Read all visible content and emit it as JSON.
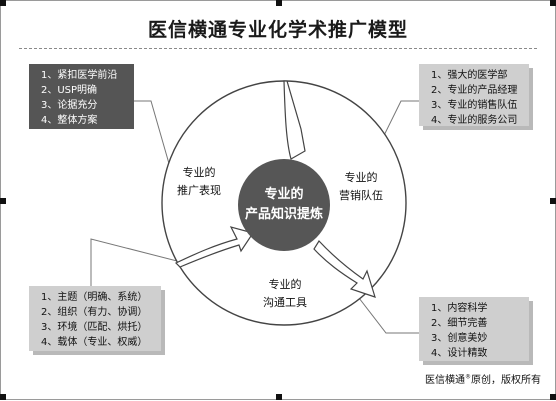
{
  "title": "医信横通专业化学术推广模型",
  "center": {
    "line1": "专业的",
    "line2": "产品知识提炼"
  },
  "segments": {
    "left": {
      "line1": "专业的",
      "line2": "推广表现"
    },
    "right": {
      "line1": "专业的",
      "line2": "营销队伍"
    },
    "bottom": {
      "line1": "专业的",
      "line2": "沟通工具"
    }
  },
  "boxes": {
    "top_left": [
      "1、紧扣医学前沿",
      "2、USP明确",
      "3、论据充分",
      "4、整体方案"
    ],
    "top_right": [
      "1、强大的医学部",
      "2、专业的产品经理",
      "3、专业的销售队伍",
      "4、专业的服务公司"
    ],
    "bottom_left": [
      "1、主题（明确、系统）",
      "2、组织（有力、协调）",
      "3、环境（匹配、烘托）",
      "4、载体（专业、权威）"
    ],
    "bottom_right": [
      "1、内容科学",
      "2、细节完善",
      "3、创意美妙",
      "4、设计精致"
    ]
  },
  "footer": {
    "brand": "医信横通",
    "mark": "®",
    "rest": "原创，版权所有"
  },
  "colors": {
    "dark_box": "#555555",
    "light_box": "#cfcfcf",
    "core": "#565656",
    "lines": "#777777"
  }
}
